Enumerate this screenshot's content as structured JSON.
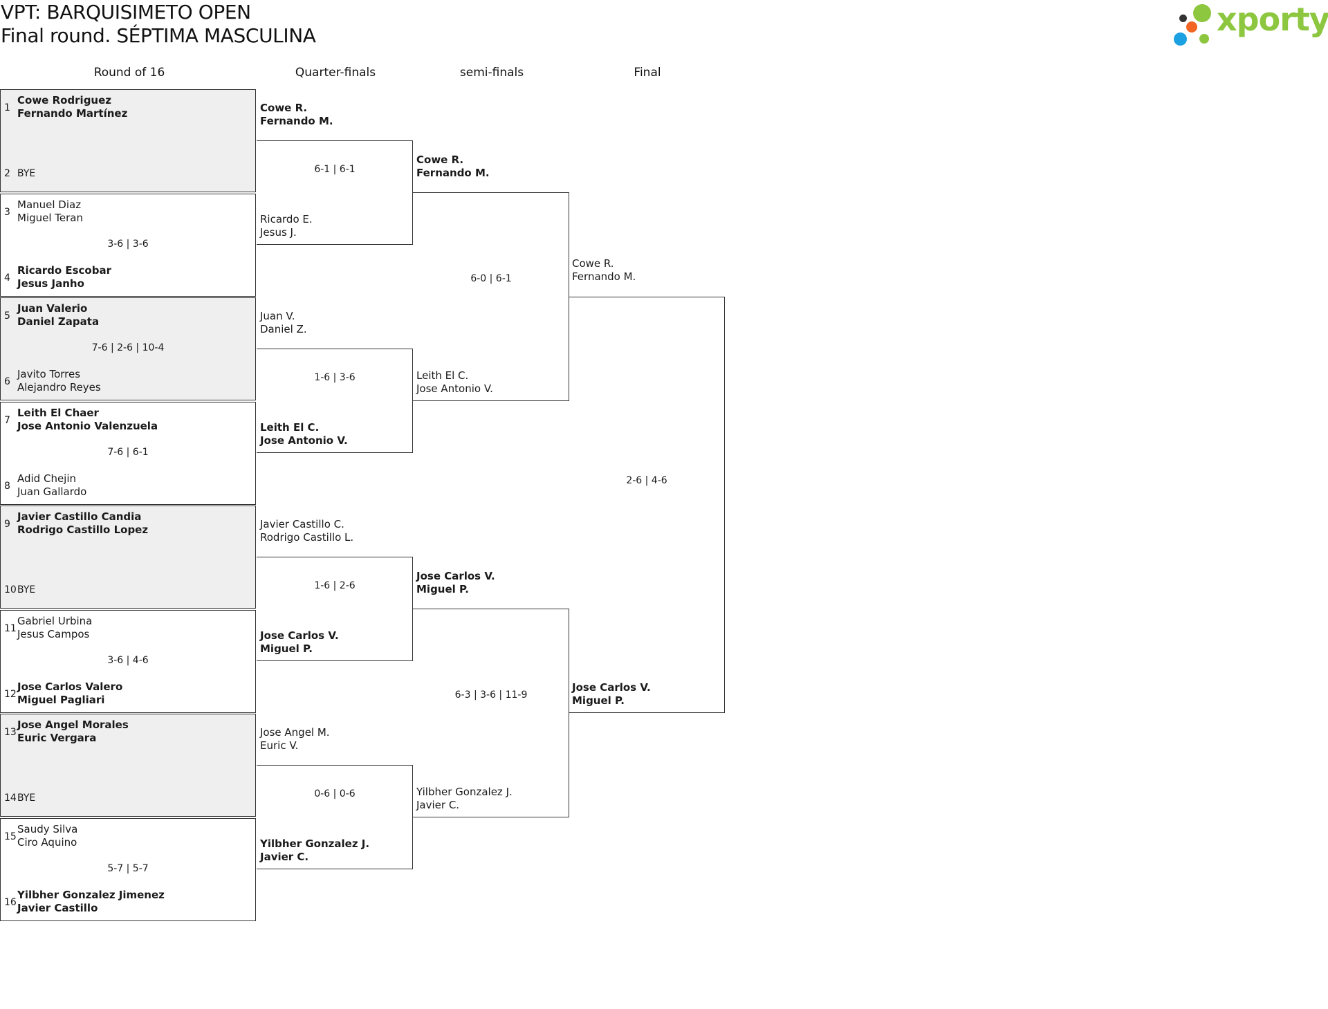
{
  "header": {
    "title": "VPT: BARQUISIMETO OPEN",
    "subtitle": "Final round. SÉPTIMA MASCULINA"
  },
  "logo": {
    "text": "xporty",
    "colors": {
      "green": "#8dc63f",
      "orange": "#f26522",
      "blue": "#1ba1e2",
      "dark": "#333333"
    }
  },
  "rounds": [
    "Round of 16",
    "Quarter-finals",
    "semi-finals",
    "Final"
  ],
  "round_of_16": [
    {
      "top": {
        "seed": "1",
        "players": [
          "Cowe Rodriguez",
          "Fernando Martínez"
        ],
        "winner": true
      },
      "bottom": {
        "seed": "2",
        "bye": "BYE"
      },
      "score": "",
      "shaded": true
    },
    {
      "top": {
        "seed": "3",
        "players": [
          "Manuel Diaz",
          "Miguel Teran"
        ],
        "winner": false
      },
      "bottom": {
        "seed": "4",
        "players": [
          "Ricardo Escobar",
          "Jesus Janho"
        ],
        "winner": true
      },
      "score": "3-6 | 3-6",
      "shaded": false
    },
    {
      "top": {
        "seed": "5",
        "players": [
          "Juan Valerio",
          "Daniel Zapata"
        ],
        "winner": true
      },
      "bottom": {
        "seed": "6",
        "players": [
          "Javito Torres",
          "Alejandro Reyes"
        ],
        "winner": false
      },
      "score": "7-6 | 2-6 | 10-4",
      "shaded": true
    },
    {
      "top": {
        "seed": "7",
        "players": [
          "Leith El Chaer",
          "Jose Antonio Valenzuela"
        ],
        "winner": true
      },
      "bottom": {
        "seed": "8",
        "players": [
          "Adid Chejin",
          "Juan Gallardo"
        ],
        "winner": false
      },
      "score": "7-6 | 6-1",
      "shaded": false
    },
    {
      "top": {
        "seed": "9",
        "players": [
          "Javier Castillo Candia",
          "Rodrigo Castillo Lopez"
        ],
        "winner": true
      },
      "bottom": {
        "seed": "10",
        "bye": "BYE"
      },
      "score": "",
      "shaded": true
    },
    {
      "top": {
        "seed": "11",
        "players": [
          "Gabriel Urbina",
          "Jesus Campos"
        ],
        "winner": false
      },
      "bottom": {
        "seed": "12",
        "players": [
          "Jose Carlos Valero",
          "Miguel Pagliari"
        ],
        "winner": true
      },
      "score": "3-6 | 4-6",
      "shaded": false
    },
    {
      "top": {
        "seed": "13",
        "players": [
          "Jose Angel Morales",
          "Euric Vergara"
        ],
        "winner": true
      },
      "bottom": {
        "seed": "14",
        "bye": "BYE"
      },
      "score": "",
      "shaded": true
    },
    {
      "top": {
        "seed": "15",
        "players": [
          "Saudy Silva",
          "Ciro Aquino"
        ],
        "winner": false
      },
      "bottom": {
        "seed": "16",
        "players": [
          "Yilbher Gonzalez Jimenez",
          "Javier Castillo"
        ],
        "winner": true
      },
      "score": "5-7 | 5-7",
      "shaded": false
    }
  ],
  "quarter_finals": [
    {
      "top": {
        "players": [
          "Cowe R.",
          "Fernando M."
        ],
        "winner": true
      },
      "bottom": {
        "players": [
          "Ricardo E.",
          "Jesus J."
        ],
        "winner": false
      },
      "score": "6-1 | 6-1"
    },
    {
      "top": {
        "players": [
          "Juan V.",
          "Daniel Z."
        ],
        "winner": false
      },
      "bottom": {
        "players": [
          "Leith El C.",
          "Jose Antonio V."
        ],
        "winner": true
      },
      "score": "1-6 | 3-6"
    },
    {
      "top": {
        "players": [
          "Javier Castillo C.",
          "Rodrigo Castillo L."
        ],
        "winner": false
      },
      "bottom": {
        "players": [
          "Jose Carlos V.",
          "Miguel P."
        ],
        "winner": true
      },
      "score": "1-6 | 2-6"
    },
    {
      "top": {
        "players": [
          "Jose Angel M.",
          "Euric V."
        ],
        "winner": false
      },
      "bottom": {
        "players": [
          "Yilbher Gonzalez J.",
          "Javier C."
        ],
        "winner": true
      },
      "score": "0-6 | 0-6"
    }
  ],
  "semi_finals": [
    {
      "top": {
        "players": [
          "Cowe R.",
          "Fernando M."
        ],
        "winner": true
      },
      "bottom": {
        "players": [
          "Leith El C.",
          "Jose Antonio V."
        ],
        "winner": false
      },
      "score": "6-0 | 6-1"
    },
    {
      "top": {
        "players": [
          "Jose Carlos V.",
          "Miguel P."
        ],
        "winner": true
      },
      "bottom": {
        "players": [
          "Yilbher Gonzalez J.",
          "Javier C."
        ],
        "winner": false
      },
      "score": "6-3 | 3-6 | 11-9"
    }
  ],
  "final": {
    "top": {
      "players": [
        "Cowe R.",
        "Fernando M."
      ],
      "winner": false
    },
    "bottom": {
      "players": [
        "Jose Carlos V.",
        "Miguel P."
      ],
      "winner": true
    },
    "score": "2-6 | 4-6"
  }
}
